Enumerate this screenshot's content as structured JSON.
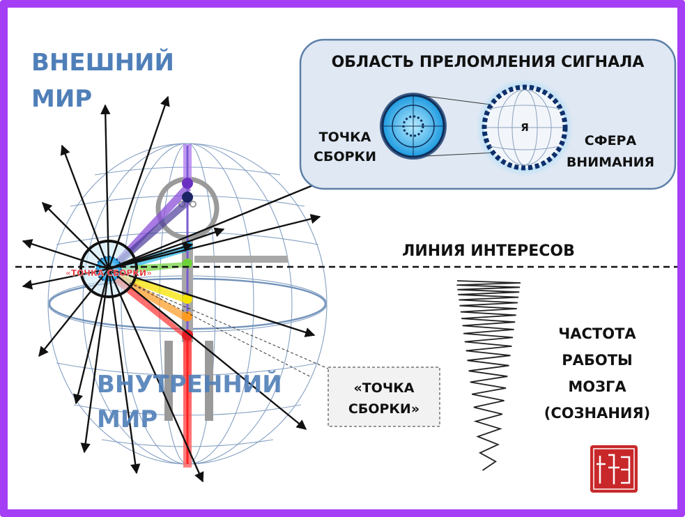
{
  "outer_world_label": [
    "ВНЕШНИЙ",
    "МИР"
  ],
  "inner_world_label": [
    "ВНУТРЕННИЙ",
    "МИР"
  ],
  "refraction_panel_title": "ОБЛАСТЬ ПРЕЛОМЛЕНИЯ СИГНАЛА",
  "assembly_point_label": [
    "ТОЧКА",
    "СБОРКИ"
  ],
  "self_label": "Я",
  "attention_sphere_label": [
    "СФЕРА",
    "ВНИМАНИЯ"
  ],
  "interests_line_label": "ЛИНИЯ ИНТЕРЕСОВ",
  "assembly_point_quoted": "«ТОЧКА СБОРКИ»",
  "callout_label": [
    "«ТОЧКА",
    "СБОРКИ»"
  ],
  "brain_frequency_label": [
    "ЧАСТОТА",
    "РАБОТЫ",
    "МОЗГА",
    "(СОЗНАНИЯ)"
  ],
  "colors": {
    "frame": "#a53ff5",
    "world_label": "#4f7fb8",
    "panel_fill": "#dfe8f3",
    "panel_stroke": "#5c7fa8",
    "assembly_label_red": "#e31e24",
    "seal_red": "#c8282a"
  },
  "icons": [
    "arrow-icon",
    "seal-icon",
    "globe-icon",
    "human-figure-icon"
  ]
}
